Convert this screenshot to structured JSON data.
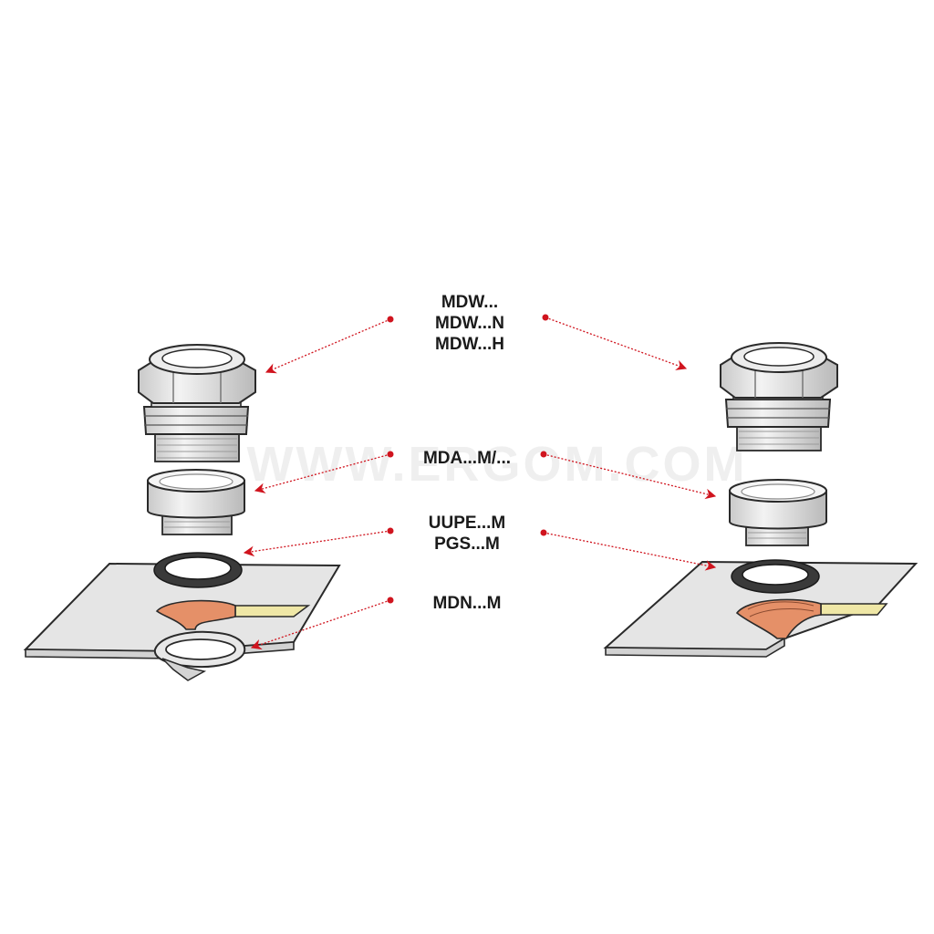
{
  "labels": {
    "gland": [
      "MDW...",
      "MDW...N",
      "MDW...H"
    ],
    "adapter": [
      "MDA...M/..."
    ],
    "seal": [
      "UUPE...M",
      "PGS...M"
    ],
    "nut": [
      "MDN...M"
    ]
  },
  "watermark": "WWW.ERGOM.COM",
  "colors": {
    "arrow": "#d0141e",
    "plate": "#e5e5e5",
    "plate_edge": "#efe7a6",
    "thread_cut": "#e59068",
    "outline": "#2a2a2a",
    "metal": "#e4e4e4",
    "seal_ring": "#383838"
  },
  "icons": [
    "cable-gland-icon",
    "thread-adapter-icon",
    "sealing-ring-icon",
    "lock-nut-icon",
    "enclosure-wall-icon"
  ]
}
